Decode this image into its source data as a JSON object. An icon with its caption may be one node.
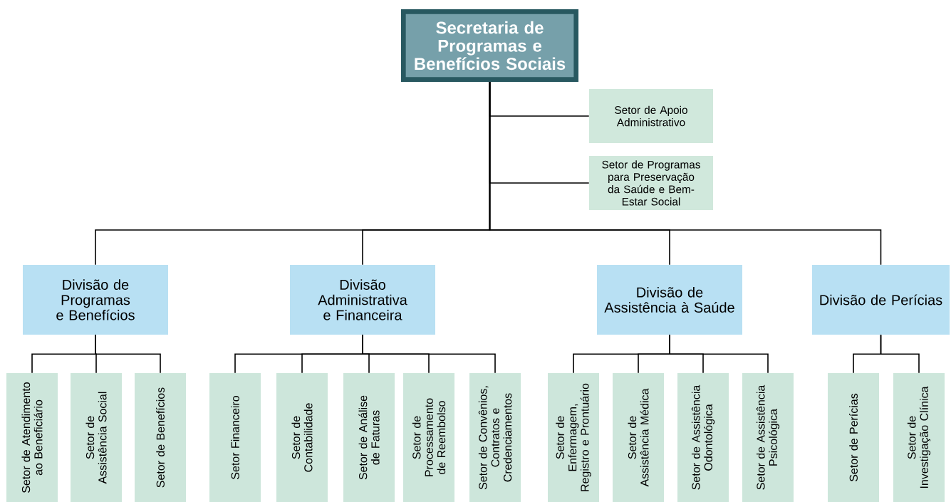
{
  "diagram": {
    "nodes": [
      {
        "text": [
          "Secretaria de Programas e Benefícios Sociais"
        ]
      },
      {
        "text": [
          "Setor de Apoio Administrativo"
        ]
      },
      {
        "text": [
          "Setor de Programas para Preservação da Saúde e Bem-Estar Social"
        ]
      },
      {
        "text": [
          "Divisão de Programas e Benefícios"
        ]
      },
      {
        "text": [
          "Divisão Administrativa e Financeira"
        ]
      },
      {
        "text": [
          "Divisão de Assistência à Saúde"
        ]
      },
      {
        "text": [
          "Divisão de Perícias"
        ]
      },
      {
        "text": [
          "Setor de Atendimento ao Beneficiário"
        ]
      },
      {
        "text": [
          "Setor de Assistência Social"
        ]
      },
      {
        "text": [
          "Setor de Benefícios"
        ]
      },
      {
        "text": [
          "Setor Financeiro"
        ]
      },
      {
        "text": [
          "Setor de Contabilidade"
        ]
      },
      {
        "text": [
          "Setor de Análise de Faturas"
        ]
      },
      {
        "text": [
          "Setor de Processamento de Reembolso"
        ]
      },
      {
        "text": [
          "Setor de Convênios, Contratos e Credenciamentos"
        ]
      },
      {
        "text": [
          "Setor de Enfermagem, Registro e Prontuário"
        ]
      },
      {
        "text": [
          "Setor de Assistência Médica"
        ]
      },
      {
        "text": [
          "Setor de Assistência Odontológica"
        ]
      },
      {
        "text": [
          "Setor de Assistência Psicológica"
        ]
      },
      {
        "text": [
          "Setor de Perícias"
        ]
      },
      {
        "text": [
          "Setor de Investigação Clínica"
        ]
      }
    ],
    "edges": [
      {
        "from": 0,
        "to": 1,
        "arrow": "none"
      },
      {
        "from": 0,
        "to": 2,
        "arrow": "none"
      },
      {
        "from": 0,
        "to": 3,
        "arrow": "none"
      },
      {
        "from": 0,
        "to": 4,
        "arrow": "none"
      },
      {
        "from": 0,
        "to": 5,
        "arrow": "none"
      },
      {
        "from": 0,
        "to": 6,
        "arrow": "none"
      },
      {
        "from": 3,
        "to": 7,
        "arrow": "none"
      },
      {
        "from": 3,
        "to": 8,
        "arrow": "none"
      },
      {
        "from": 3,
        "to": 9,
        "arrow": "none"
      },
      {
        "from": 4,
        "to": 10,
        "arrow": "none"
      },
      {
        "from": 4,
        "to": 11,
        "arrow": "none"
      },
      {
        "from": 4,
        "to": 12,
        "arrow": "none"
      },
      {
        "from": 4,
        "to": 13,
        "arrow": "none"
      },
      {
        "from": 4,
        "to": 14,
        "arrow": "none"
      },
      {
        "from": 5,
        "to": 15,
        "arrow": "none"
      },
      {
        "from": 5,
        "to": 16,
        "arrow": "none"
      },
      {
        "from": 5,
        "to": 17,
        "arrow": "none"
      },
      {
        "from": 5,
        "to": 18,
        "arrow": "none"
      },
      {
        "from": 6,
        "to": 19,
        "arrow": "none"
      },
      {
        "from": 6,
        "to": 20,
        "arrow": "none"
      }
    ]
  }
}
